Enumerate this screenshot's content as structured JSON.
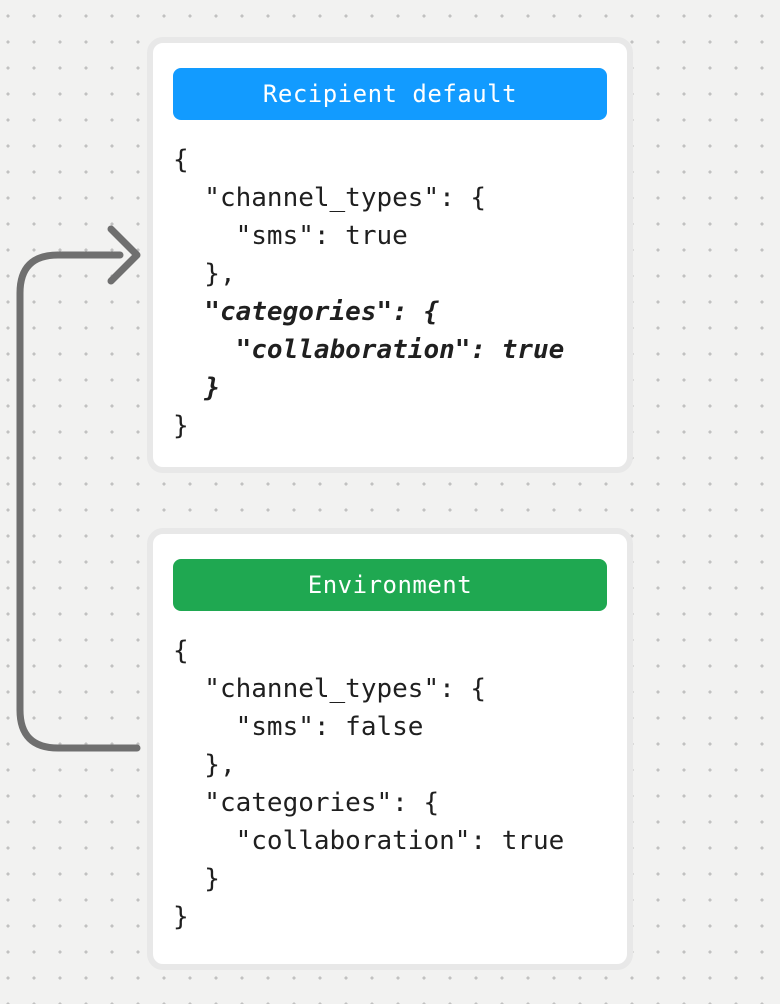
{
  "canvas": {
    "background_color": "#f2f2f1",
    "dot_color": "#c1c1c1"
  },
  "arrow": {
    "description": "curved connector from Environment card up to Recipient default card",
    "color": "#6f6f6f"
  },
  "cards": [
    {
      "id": "recipient-default",
      "title": "Recipient default",
      "header_color": "#129bff",
      "code_lines": [
        {
          "text": "{",
          "emphasis": false
        },
        {
          "text": "  \"channel_types\": {",
          "emphasis": false
        },
        {
          "text": "    \"sms\": true",
          "emphasis": false
        },
        {
          "text": "  },",
          "emphasis": false
        },
        {
          "text": "  \"categories\": {",
          "emphasis": true
        },
        {
          "text": "    \"collaboration\": true",
          "emphasis": true
        },
        {
          "text": "  }",
          "emphasis": true
        },
        {
          "text": "}",
          "emphasis": false
        }
      ]
    },
    {
      "id": "environment",
      "title": "Environment",
      "header_color": "#1fa851",
      "code_lines": [
        {
          "text": "{",
          "emphasis": false
        },
        {
          "text": "  \"channel_types\": {",
          "emphasis": false
        },
        {
          "text": "    \"sms\": false",
          "emphasis": false
        },
        {
          "text": "  },",
          "emphasis": false
        },
        {
          "text": "  \"categories\": {",
          "emphasis": false
        },
        {
          "text": "    \"collaboration\": true",
          "emphasis": false
        },
        {
          "text": "  }",
          "emphasis": false
        },
        {
          "text": "}",
          "emphasis": false
        }
      ]
    }
  ]
}
